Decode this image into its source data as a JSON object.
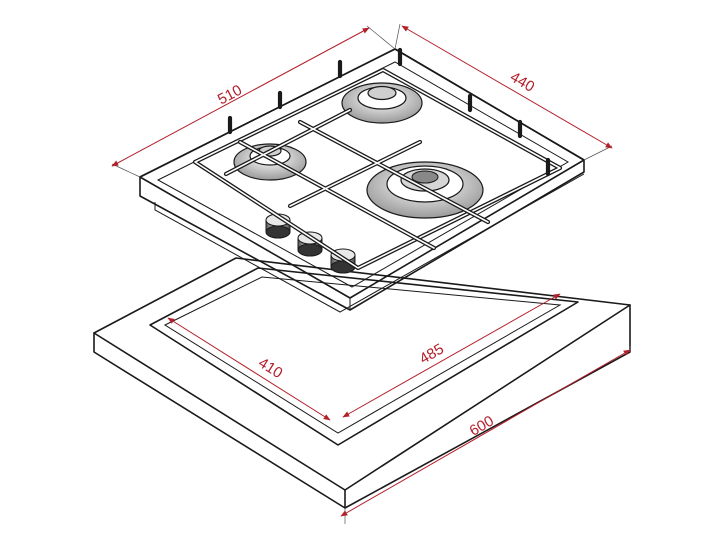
{
  "diagram": {
    "accent_color": "#b4202a",
    "line_color": "#1a1a1a",
    "dimensions": {
      "hob_width": "510",
      "hob_depth": "440",
      "cutout_depth": "410",
      "cutout_width": "485",
      "cabinet_width": "600"
    }
  }
}
